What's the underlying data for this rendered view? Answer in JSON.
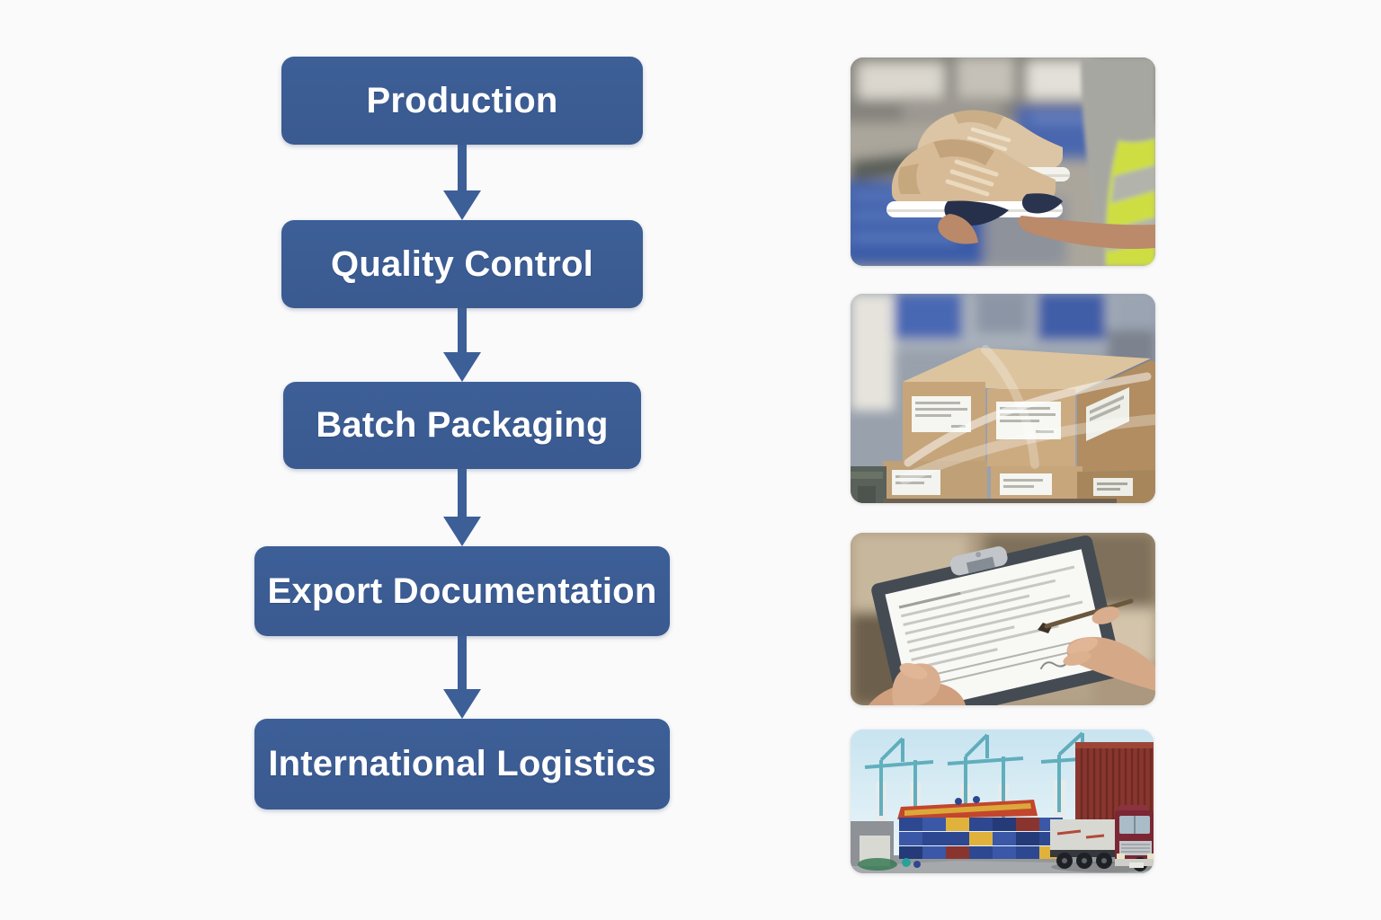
{
  "colors": {
    "page_bg": "#fafafb",
    "box_blue": "#3d5f97",
    "box_blue_dark": "#3a5a90",
    "box_text": "#ffffff",
    "arrow_blue": "#3d5f97"
  },
  "flowchart": {
    "steps": [
      {
        "label": "Production"
      },
      {
        "label": "Quality Control"
      },
      {
        "label": "Batch Packaging"
      },
      {
        "label": "Export Documentation"
      },
      {
        "label": "International Logistics"
      }
    ]
  },
  "photos": [
    {
      "alt": "Worker in a yellow hi-vis vest holding a pair of beige sneakers with white soles in a warehouse with blue crates"
    },
    {
      "alt": "Shrink-wrapped cardboard boxes with white shipping labels stacked on a pallet in a warehouse"
    },
    {
      "alt": "Hands holding a clipboard with an export form, writing with a pen, boxes blurred in the background"
    },
    {
      "alt": "Container truck with a rust-red container at a port terminal with teal gantry cranes and stacked blue and yellow containers"
    }
  ]
}
